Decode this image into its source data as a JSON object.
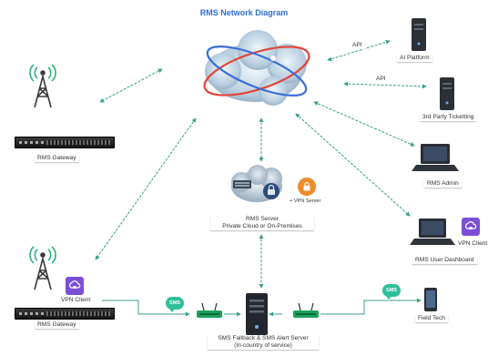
{
  "title": "RMS Network Diagram",
  "nodes": {
    "ai_platform": "AI Platform",
    "ticketing": "3rd Party Ticketting",
    "rms_admin": "RMS Admin",
    "user_dashboard": "RMS User Dashboard",
    "user_dashboard_vpn": "VPN Client",
    "gateway_top": "RMS Gateway",
    "gateway_bottom": "RMS Gateway",
    "gateway_bottom_vpn": "VPN Client",
    "server_line1": "RMS Server",
    "server_line2": "Private Cloud or On-Premises",
    "vpn_server": "+ VPN Server",
    "sms_server_line1": "SMS Fallback & SMS Alert Server",
    "sms_server_line2": "(In-country of service)",
    "field_tech": "Field Tech"
  },
  "links": {
    "api_ai": "API",
    "api_ticketing": "API"
  },
  "badges": {
    "sms_left": "SMS",
    "sms_right": "SMS"
  },
  "colors": {
    "title": "#2f6fd6",
    "connector": "#3a9e8e",
    "vpn_purple": "#7a4fd6",
    "vpn_server_orange": "#f08a2b",
    "sms_green": "#2fbf9a",
    "modem_green": "#1aa05a"
  }
}
